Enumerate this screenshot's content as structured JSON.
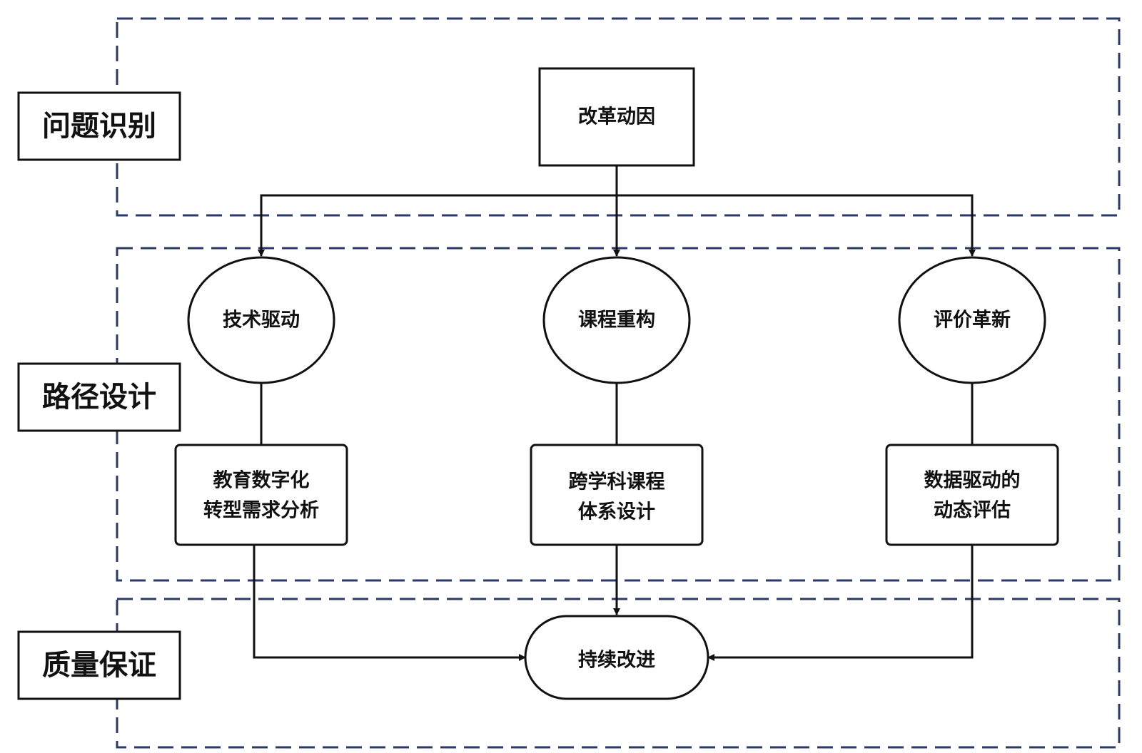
{
  "phases": {
    "identify": "问题识别",
    "design": "路径设计",
    "assurance": "质量保证"
  },
  "nodes": {
    "driver": "改革动因",
    "tech": "技术驱动",
    "curriculum": "课程重构",
    "evaluation": "评价革新",
    "tech_detail": [
      "教育数字化",
      "转型需求分析"
    ],
    "curriculum_detail": [
      "跨学科课程",
      "体系设计"
    ],
    "evaluation_detail": [
      "数据驱动的",
      "动态评估"
    ],
    "improve": "持续改进"
  },
  "colors": {
    "frame": "#2b3a66",
    "line": "#111111",
    "background": "#ffffff"
  }
}
